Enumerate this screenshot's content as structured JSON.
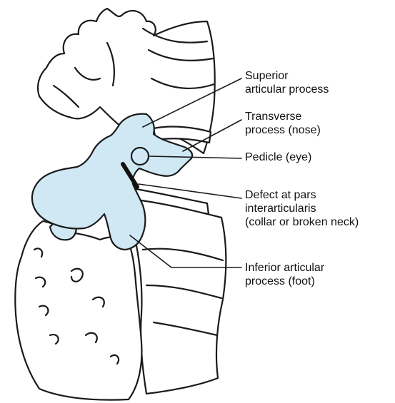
{
  "colors": {
    "bone_fill": "#ffffff",
    "highlight_fill": "#cfe8f3",
    "outline": "#1a1a1a",
    "defect": "#111111"
  },
  "labels": {
    "superior": {
      "line1": "Superior",
      "line2": "articular process"
    },
    "transverse": {
      "line1": "Transverse",
      "line2": "process (nose)"
    },
    "pedicle": {
      "line1": "Pedicle (eye)"
    },
    "defect": {
      "line1": "Defect at pars",
      "line2": "interarticularis",
      "line3": "(collar or broken neck)"
    },
    "inferior": {
      "line1": "Inferior articular",
      "line2": "process (foot)"
    }
  }
}
